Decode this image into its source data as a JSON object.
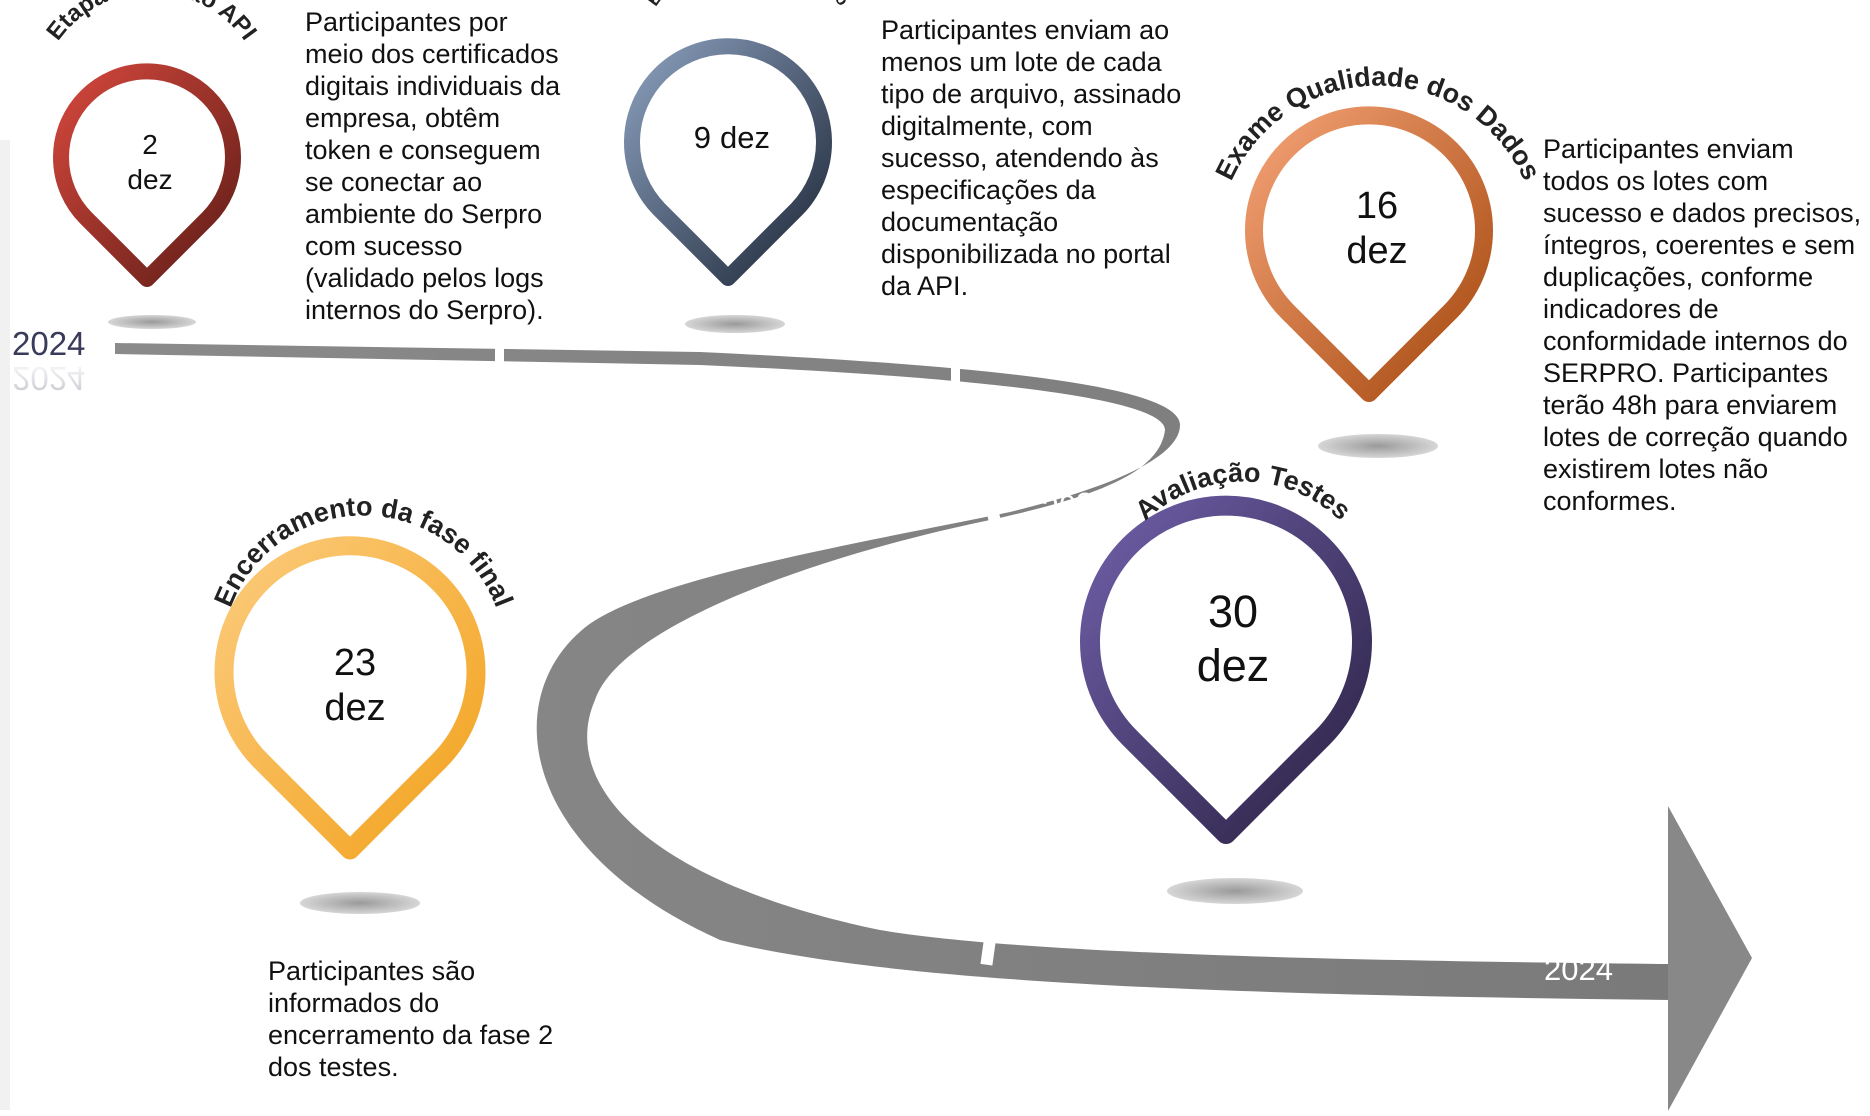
{
  "year_labels": [
    "2024",
    "2024",
    "2024"
  ],
  "milestones": [
    {
      "title": "Etapa Conexão API",
      "day": "2",
      "month": "dez",
      "description": "Participantes por\nmeio dos certificados\ndigitais individuais da\nempresa, obtêm\ntoken e conseguem\nse conectar ao\nambiente do Serpro\ncom sucesso\n(validado pelos logs\ninternos do Serpro).",
      "colors": [
        "#d4473c",
        "#5e1d17"
      ]
    },
    {
      "title": "Envio de lote com sucesso",
      "day": "9",
      "month": "dez",
      "description": "Participantes enviam ao\nmenos um lote de cada\ntipo de arquivo, assinado\ndigitalmente, com\nsucesso, atendendo às\nespecificações da\ndocumentação\ndisponibilizada no portal\nda API.",
      "colors": [
        "#8a9fbd",
        "#1d2636"
      ]
    },
    {
      "title": "Exame Qualidade dos Dados",
      "day": "16",
      "month": "dez",
      "description": "Participantes enviam\ntodos os lotes com\nsucesso e dados precisos,\níntegros, coerentes e sem\nduplicações, conforme\nindicadores de\nconformidade internos do\nSERPRO. Participantes\nterão 48h para enviarem\nlotes de correção quando\nexistirem lotes não\nconformes.",
      "colors": [
        "#f4a276",
        "#a4470d"
      ]
    },
    {
      "title": "Avaliação Testes",
      "day": "30",
      "month": "dez",
      "description": "",
      "colors": [
        "#6f5fa8",
        "#292142"
      ]
    },
    {
      "title": "Encerramento da fase final",
      "day": "23",
      "month": "dez",
      "description": "Participantes são\ninformados do\nencerramento da fase 2\ndos testes.",
      "colors": [
        "#fccb7c",
        "#f2a21d"
      ]
    }
  ]
}
